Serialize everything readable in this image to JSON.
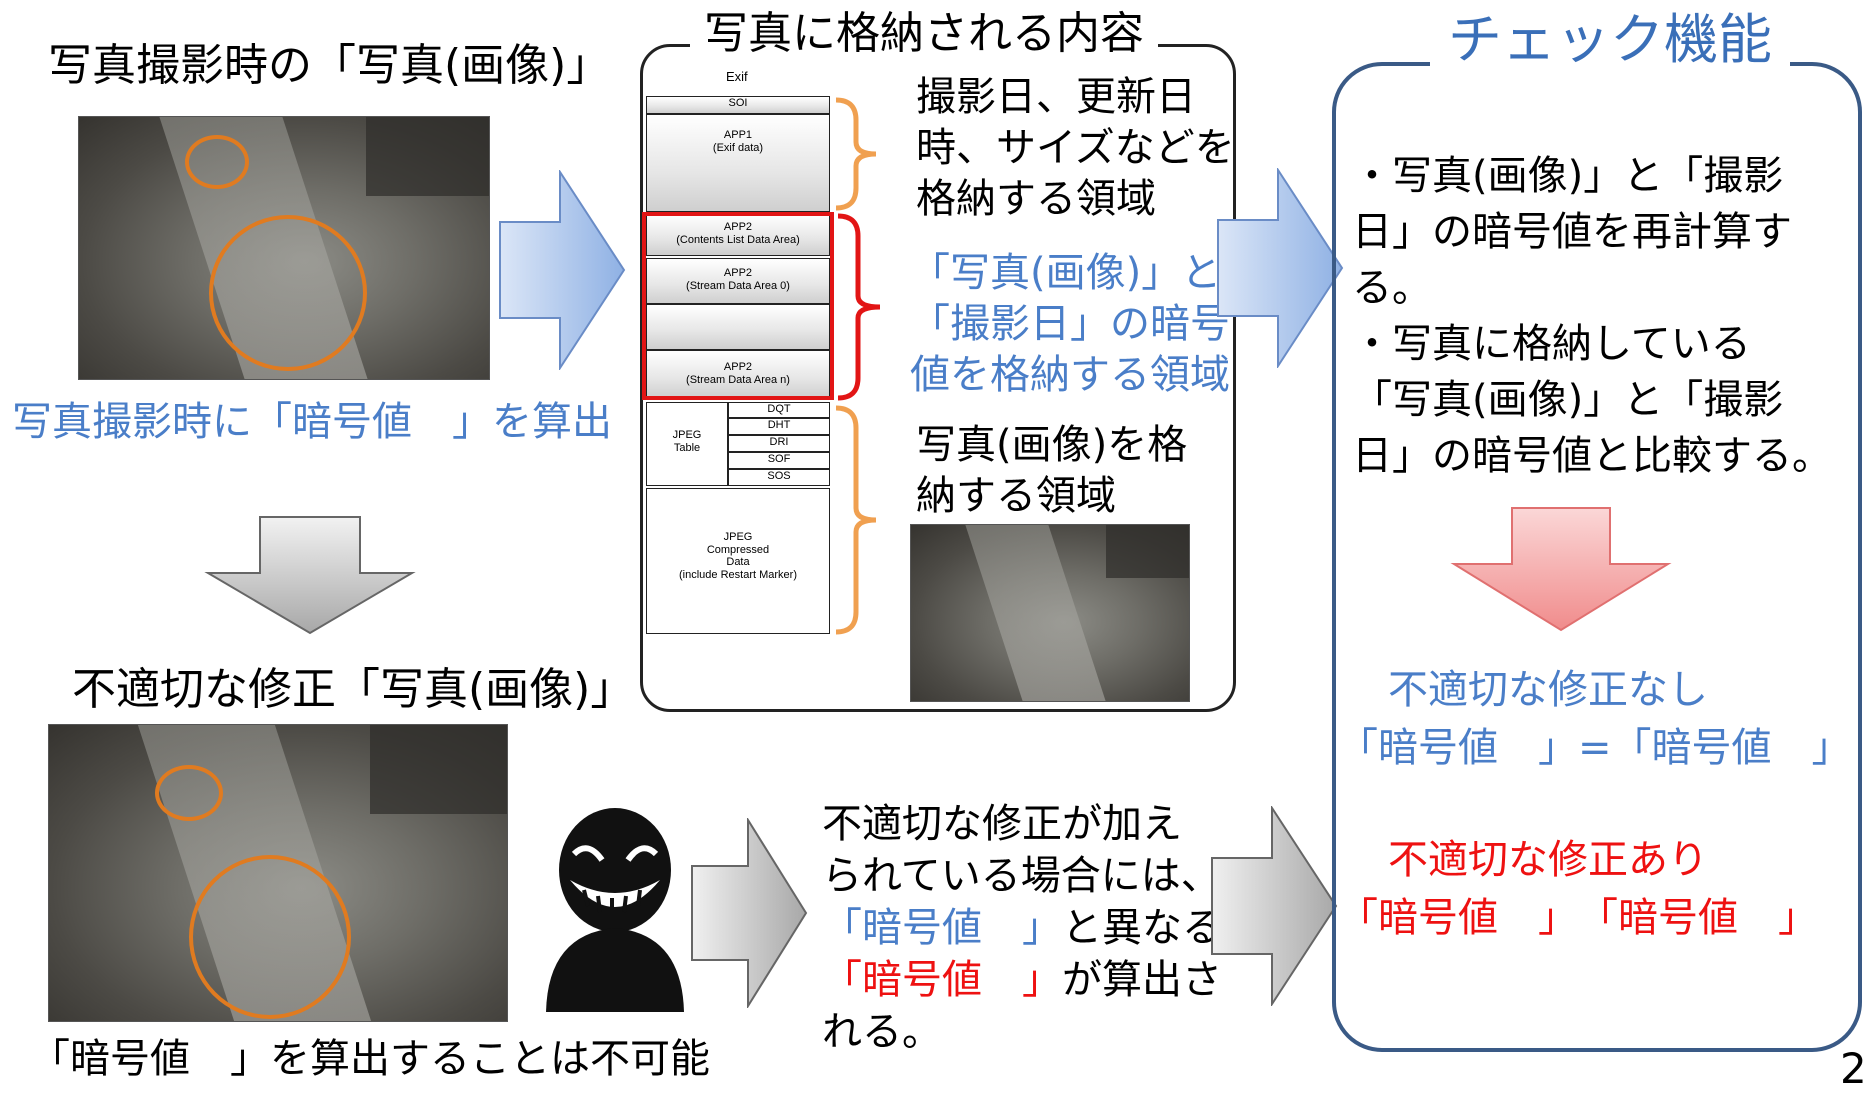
{
  "left": {
    "capture_title": "写真撮影時の「写真(画像)」",
    "capture_caption": "写真撮影時に「暗号値　」を算出",
    "modified_title": "不適切な修正「写真(画像)」",
    "modified_caption": "「暗号値　」を算出することは不可能"
  },
  "center": {
    "title": "写真に格納される内容",
    "exif_label": "Exif",
    "rows": {
      "soi": "SOI",
      "app1": "APP1\n(Exif data)",
      "app2_list": "APP2\n(Contents List Data Area)",
      "app2_0": "APP2\n(Stream Data Area 0)",
      "app2_n": "APP2\n(Stream Data Area n)",
      "jpeg_table": "JPEG\nTable",
      "dqt": "DQT",
      "dht": "DHT",
      "dri": "DRI",
      "sof": "SOF",
      "sos": "SOS",
      "compressed": "JPEG\nCompressed\nData\n(include Restart Marker)"
    },
    "note_exif": "撮影日、更新日\n時、サイズなどを\n格納する領域",
    "note_hash": "「写真(画像)」と\n「撮影日」の暗号\n値を格納する領域",
    "note_image": "写真(画像)を格\n納する領域"
  },
  "bottom_mid": {
    "line1": "不適切な修正が加え",
    "line2": "られている場合には、",
    "line3_blue": "「暗号値　」",
    "line3_rest": "と異なる",
    "line4_red": "「暗号値　」",
    "line4_rest": "が算出さ",
    "line5": "れる。"
  },
  "right": {
    "title": "チェック機能",
    "text": "・写真(画像)」と「撮影\n日」の暗号値を再計算す\nる。\n・写真に格納している\n「写真(画像)」と「撮影\n日」の暗号値と比較する。",
    "ok_title": "不適切な修正なし",
    "ok_formula": "「暗号値　」=「暗号値　」",
    "ng_title": "不適切な修正あり",
    "ng_formula": "「暗号値　」　「暗号値　」"
  },
  "page_number": "2",
  "colors": {
    "blue_text": "#4a7ec8",
    "red_text": "#ee1111",
    "orange": "#e07b20",
    "blue_arrow": "#b9cff0",
    "gray_arrow": "#c8c8c8",
    "pink_arrow": "#f5b5b5",
    "right_border": "#3a5a86"
  }
}
